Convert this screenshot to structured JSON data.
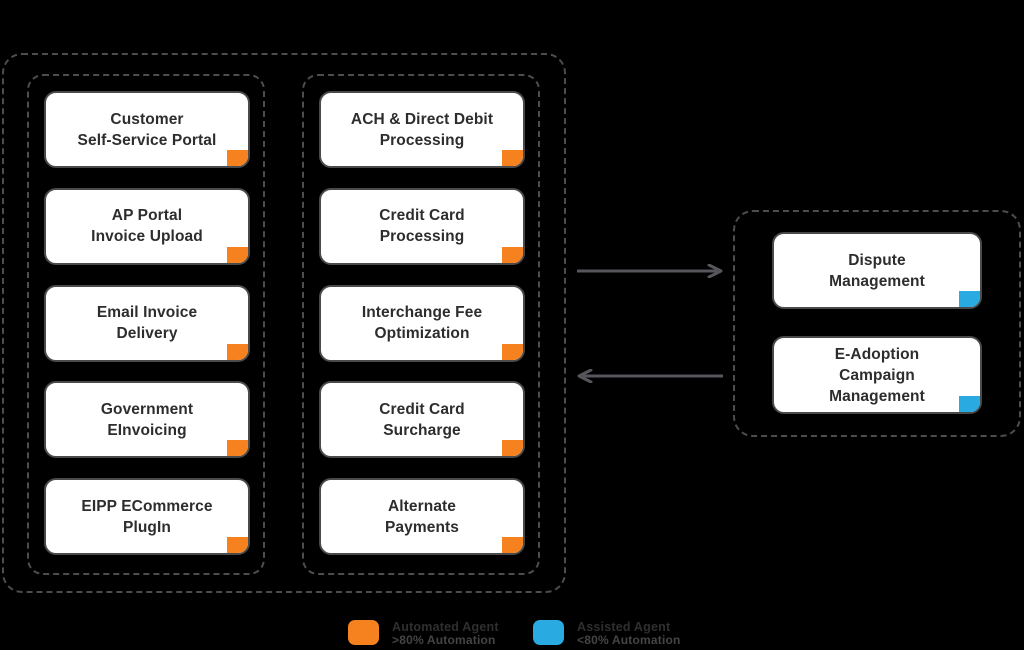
{
  "colors": {
    "background": "#000000",
    "automated": "#F5821F",
    "assisted": "#29ABE2",
    "arrow": "#56565C",
    "dash_border": "#4D4D4D",
    "node_border": "#4A4A4A",
    "node_bg": "#FFFFFF",
    "node_text": "#2D2D2D",
    "legend_title": "#2F2F2F",
    "legend_subtitle": "#454545"
  },
  "left_group": {
    "columns": [
      {
        "nodes": [
          {
            "label": "Customer\nSelf-Service Portal",
            "tag": "automated"
          },
          {
            "label": "AP Portal\nInvoice Upload",
            "tag": "automated"
          },
          {
            "label": "Email Invoice\nDelivery",
            "tag": "automated"
          },
          {
            "label": "Government\nEInvoicing",
            "tag": "automated"
          },
          {
            "label": "EIPP ECommerce\nPlugIn",
            "tag": "automated"
          }
        ]
      },
      {
        "nodes": [
          {
            "label": "ACH & Direct Debit\nProcessing",
            "tag": "automated"
          },
          {
            "label": "Credit Card\nProcessing",
            "tag": "automated"
          },
          {
            "label": "Interchange Fee\nOptimization",
            "tag": "automated"
          },
          {
            "label": "Credit Card\nSurcharge",
            "tag": "automated"
          },
          {
            "label": "Alternate\nPayments",
            "tag": "automated"
          }
        ]
      }
    ]
  },
  "right_group": {
    "nodes": [
      {
        "label": "Dispute\nManagement",
        "tag": "assisted"
      },
      {
        "label": "E-Adoption\nCampaign\nManagement",
        "tag": "assisted"
      }
    ]
  },
  "legend": {
    "items": [
      {
        "title": "Automated Agent",
        "subtitle": ">80% Automation",
        "tag": "automated"
      },
      {
        "title": "Assisted Agent",
        "subtitle": "<80% Automation",
        "tag": "assisted"
      }
    ]
  }
}
